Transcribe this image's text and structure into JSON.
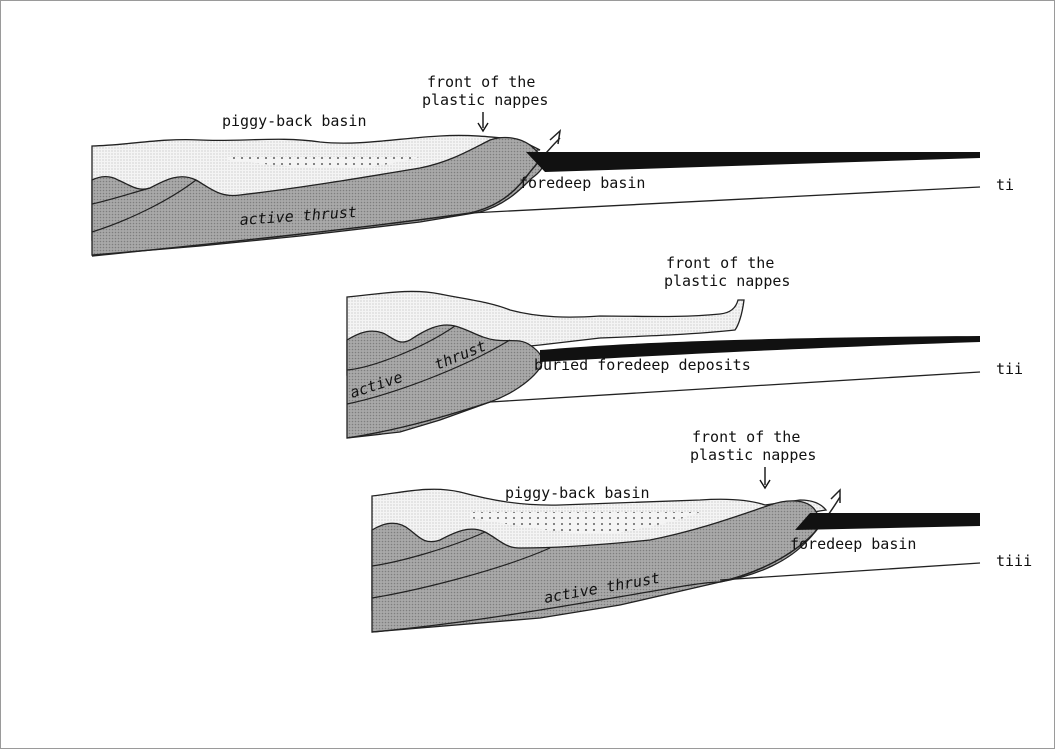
{
  "panels": [
    {
      "time_label": "ti",
      "front_label": [
        "front of the",
        "plastic nappes"
      ],
      "basin_label": "piggy-back basin",
      "foredeep_label": "foredeep basin",
      "thrust_label": "active  thrust"
    },
    {
      "time_label": "tii",
      "front_label": [
        "front of the",
        "plastic nappes"
      ],
      "foredeep_label": "buried foredeep deposits",
      "thrust_label_1": "active",
      "thrust_label_2": "thrust"
    },
    {
      "time_label": "tiii",
      "front_label": [
        "front of the",
        "plastic nappes"
      ],
      "basin_label": "piggy-back basin",
      "foredeep_label": "foredeep basin",
      "thrust_label": "active  thrust"
    }
  ]
}
